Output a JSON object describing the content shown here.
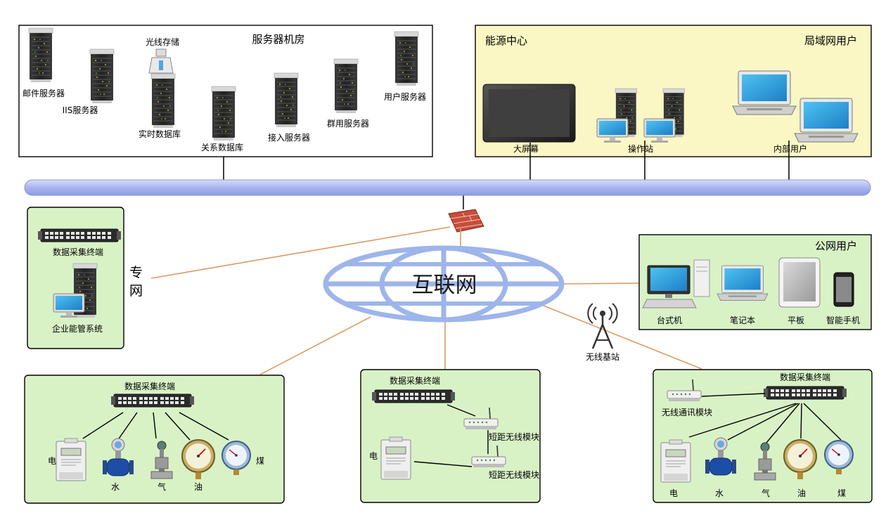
{
  "server_room": {
    "title": "服务器机房",
    "mail_server": "邮件服务器",
    "iis_server": "IIS服务器",
    "fiber_storage": "光线存储",
    "realtime_db": "实时数据库",
    "relational_db": "关系数据库",
    "access_server": "接入服务器",
    "cluster_server": "群用服务器",
    "user_server": "用户服务器"
  },
  "energy_center": {
    "title": "能源中心",
    "lan_users": "局域网用户",
    "big_screen": "大屏幕",
    "operator_station": "操作站",
    "internal_users": "内部用户"
  },
  "private_net": {
    "collector": "数据采集终端",
    "ems": "企业能管系统",
    "label_line1": "专",
    "label_line2": "网"
  },
  "internet": {
    "label": "互联网"
  },
  "public_users": {
    "title": "公网用户",
    "desktop": "台式机",
    "laptop": "笔记本",
    "tablet": "平板",
    "smartphone": "智能手机"
  },
  "wireless": {
    "base_station": "无线基站"
  },
  "site_left": {
    "collector": "数据采集终端",
    "electric": "电",
    "water": "水",
    "gas": "气",
    "oil": "油",
    "coal": "煤"
  },
  "site_middle": {
    "collector": "数据采集终端",
    "wireless_module_1": "短距无线模块",
    "wireless_module_2": "短距无线模块",
    "electric": "电"
  },
  "site_right": {
    "collector": "数据采集终端",
    "wireless_comm": "无线通讯模块",
    "electric": "电",
    "water": "水",
    "gas": "气",
    "oil": "油",
    "coal": "煤"
  },
  "colors": {
    "panel_green": "#d8f2c6",
    "panel_yellow": "#fbf7c4",
    "backbone": "#b3bdf2",
    "link_orange": "#d99b62",
    "globe_blue": "#9db5ea"
  }
}
